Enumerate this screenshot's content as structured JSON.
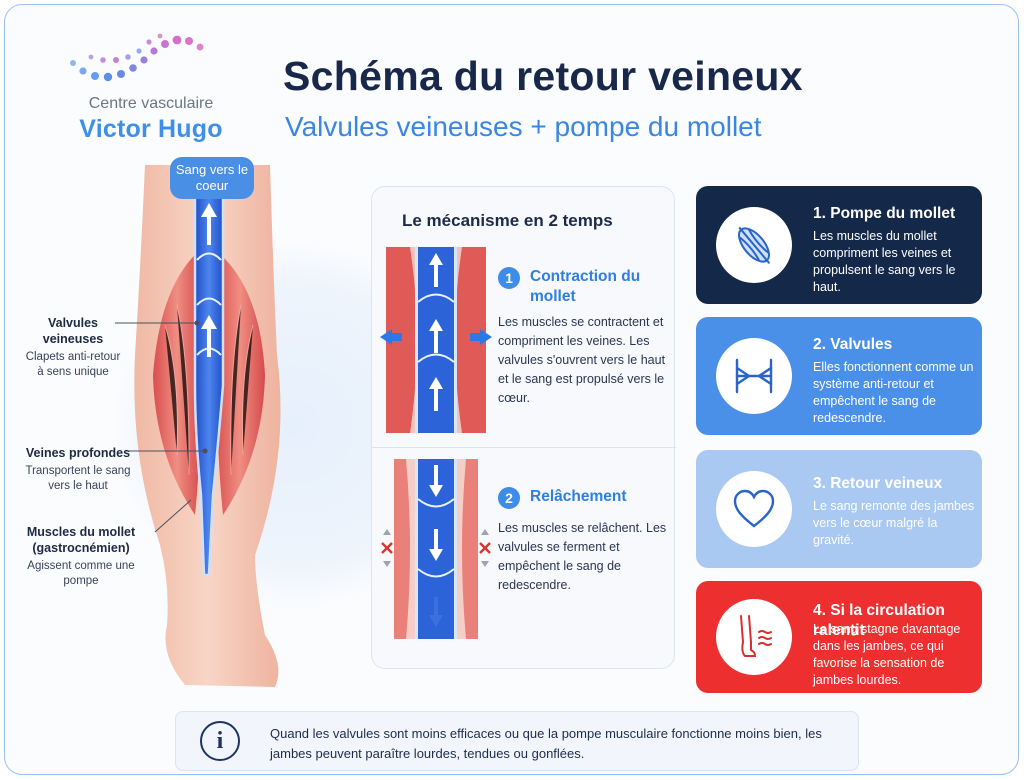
{
  "logo": {
    "line1": "Centre vasculaire",
    "line2": "Victor Hugo"
  },
  "header": {
    "title": "Schéma du retour veineux",
    "subtitle": "Valvules veineuses + pompe du mollet"
  },
  "leg": {
    "blood_label": "Sang vers le coeur",
    "annotations": [
      {
        "title": "Valvules veineuses",
        "desc": "Clapets anti-retour à sens unique"
      },
      {
        "title": "Veines profondes",
        "desc": "Transportent le sang vers le haut"
      },
      {
        "title": "Muscles du mollet (gastrocnémien)",
        "desc": "Agissent comme une pompe"
      }
    ]
  },
  "mechanism": {
    "title": "Le mécanisme en 2 temps",
    "steps": [
      {
        "number": "1",
        "title": "Contraction du mollet",
        "desc": "Les muscles se contractent et compriment les veines. Les valvules s'ouvrent vers le haut et le sang est propulsé vers le cœur."
      },
      {
        "number": "2",
        "title": "Relâchement",
        "desc": "Les muscles se relâchent. Les valvules se ferment et empêchent le sang de redescendre."
      }
    ]
  },
  "cards": [
    {
      "title": "1. Pompe du mollet",
      "desc": "Les muscles du mollet compriment les veines et propulsent le sang vers le haut.",
      "icon": "calf-muscle-icon",
      "color": "#14284a"
    },
    {
      "title": "2. Valvules",
      "desc": "Elles fonctionnent comme un système anti-retour et empêchent le sang de redescendre.",
      "icon": "valve-icon",
      "color": "#4a90e9"
    },
    {
      "title": "3. Retour veineux",
      "desc": "Le sang remonte des jambes vers le cœur malgré la gravité.",
      "icon": "heart-icon",
      "color": "#a9c8f2"
    },
    {
      "title": "4. Si la circulation ralentit",
      "desc": "Le sang stagne davantage dans les jambes, ce qui favorise la sensation de jambes lourdes.",
      "icon": "heavy-legs-icon",
      "color": "#ed2f2f"
    }
  ],
  "info": {
    "text": "Quand les valvules sont moins efficaces ou que la pompe musculaire fonctionne moins bien, les jambes peuvent paraître lourdes, tendues ou gonflées."
  }
}
